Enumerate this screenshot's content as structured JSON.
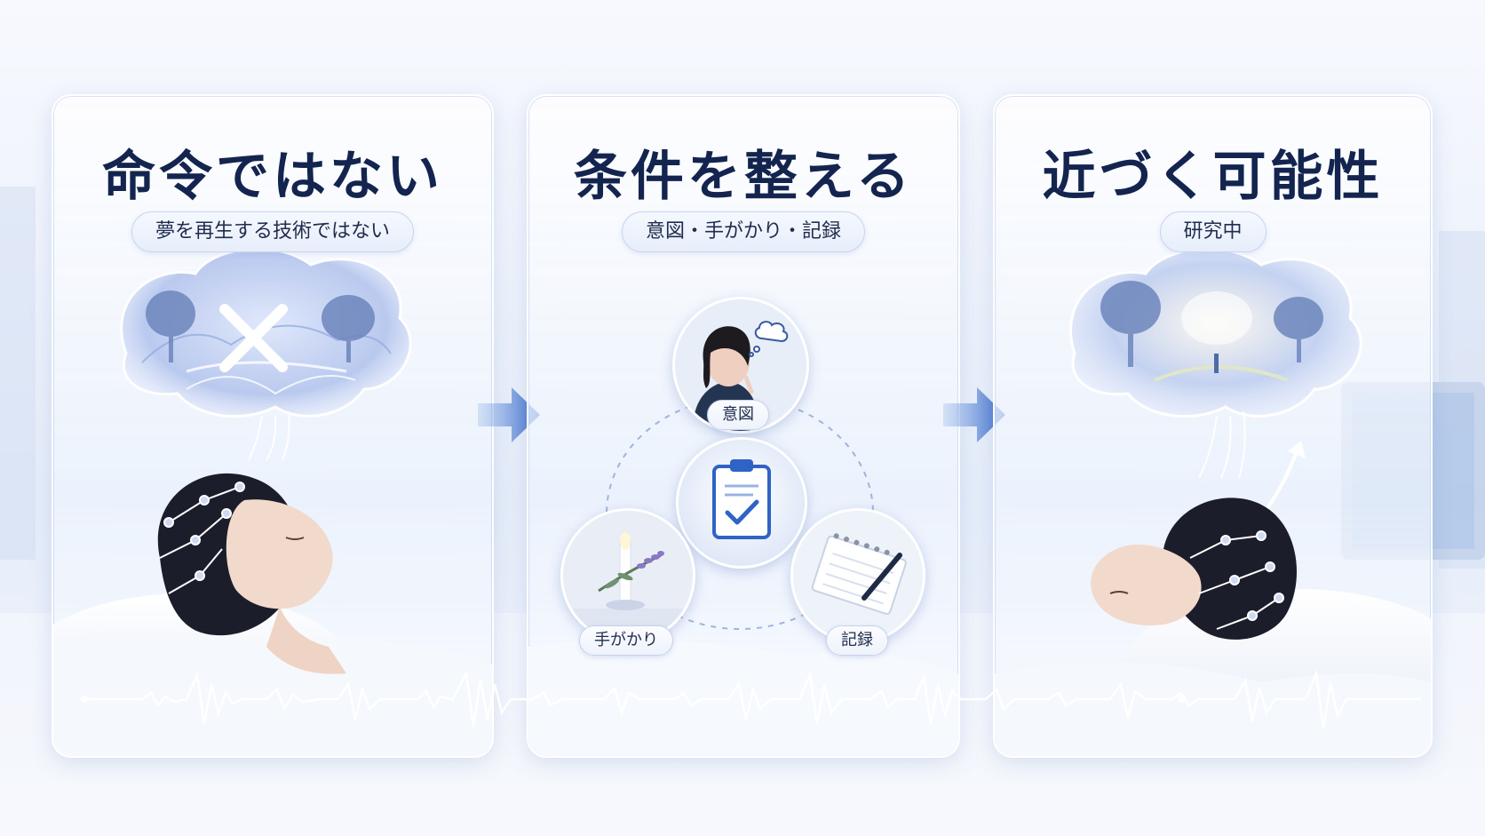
{
  "panels": [
    {
      "title": "命令ではない",
      "subtitle": "夢を再生する技術ではない"
    },
    {
      "title": "条件を整える",
      "subtitle": "意図・手がかり・記録",
      "items": [
        {
          "label": "意図",
          "icon": "thought-bubble-icon"
        },
        {
          "label": "手がかり",
          "icon": "lavender-candle-icon"
        },
        {
          "label": "記録",
          "icon": "notebook-pen-icon"
        }
      ],
      "center_icon": "clipboard-check-icon"
    },
    {
      "title": "近づく可能性",
      "subtitle": "研究中"
    }
  ],
  "colors": {
    "title": "#13254f",
    "accent": "#2f63c6",
    "background": "#eef3fb"
  }
}
